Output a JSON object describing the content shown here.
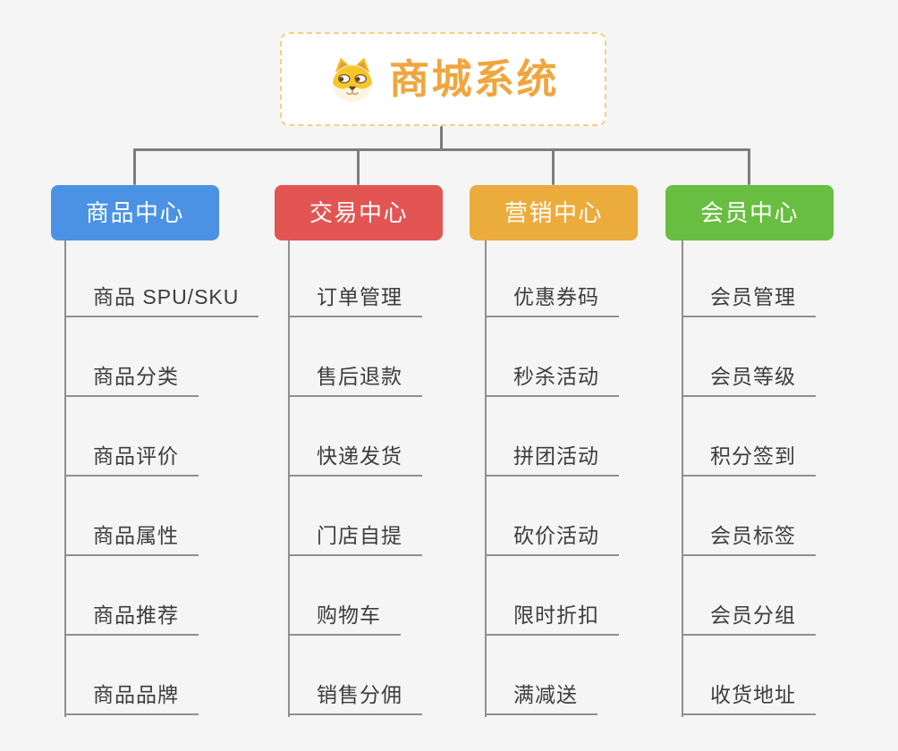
{
  "canvas": {
    "background": "#f5f5f5",
    "connector_color": "#7d7d7d",
    "leaf_line_color": "#8f8f8f"
  },
  "root": {
    "label": "商城系统",
    "icon": "dog-face-icon",
    "text_color": "#f0a63e",
    "border_color": "#f7cd86",
    "background": "#ffffff"
  },
  "branches": [
    {
      "id": "product-center",
      "label": "商品中心",
      "color": "#4b92e5",
      "children": [
        "商品 SPU/SKU",
        "商品分类",
        "商品评价",
        "商品属性",
        "商品推荐",
        "商品品牌"
      ]
    },
    {
      "id": "trade-center",
      "label": "交易中心",
      "color": "#e25552",
      "children": [
        "订单管理",
        "售后退款",
        "快递发货",
        "门店自提",
        "购物车",
        "销售分佣"
      ]
    },
    {
      "id": "marketing-center",
      "label": "营销中心",
      "color": "#ecac3c",
      "children": [
        "优惠券码",
        "秒杀活动",
        "拼团活动",
        "砍价活动",
        "限时折扣",
        "满减送"
      ]
    },
    {
      "id": "member-center",
      "label": "会员中心",
      "color": "#68be40",
      "children": [
        "会员管理",
        "会员等级",
        "积分签到",
        "会员标签",
        "会员分组",
        "收货地址"
      ]
    }
  ]
}
